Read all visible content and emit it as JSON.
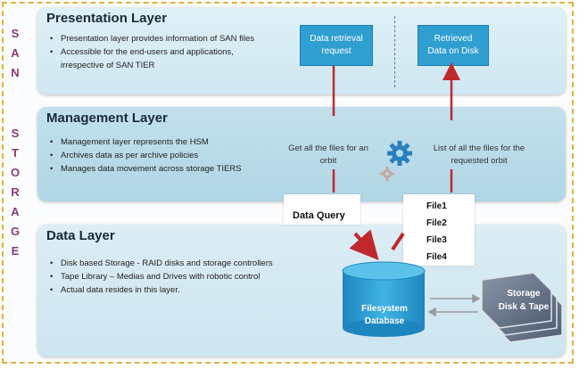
{
  "side_label": [
    "S",
    "A",
    "N",
    "",
    "S",
    "T",
    "O",
    "R",
    "A",
    "G",
    "E"
  ],
  "presentation": {
    "title": "Presentation Layer",
    "bullets": [
      "Presentation layer provides information of SAN files",
      "Accessible for the end-users and applications,",
      "irrespective of SAN TIER"
    ],
    "request_box": [
      "Data retrieval",
      "request"
    ],
    "retrieved_box": [
      "Retrieved",
      "Data on Disk"
    ]
  },
  "management": {
    "title": "Management Layer",
    "bullets": [
      "Management layer represents the HSM",
      "Archives data as per archive policies",
      "Manages data movement across storage TIERS"
    ],
    "left_note": [
      "Get all the files for an",
      "orbit"
    ],
    "right_note": [
      "List of all the files for the",
      "requested orbit"
    ],
    "icons": [
      "gear-icon-large",
      "gear-icon-small"
    ]
  },
  "data": {
    "title": "Data Layer",
    "bullets": [
      "Disk based Storage - RAID disks and storage controllers",
      "Tape Library – Medias and Drives with robotic control",
      "Actual data resides in this layer."
    ],
    "query_label": "Data Query",
    "files": [
      "File1",
      "File2",
      "File3",
      "File4"
    ],
    "database": [
      "Filesystem",
      "Database"
    ],
    "storage": [
      "Storage",
      "Disk & Tape"
    ]
  },
  "colors": {
    "accent_blue": "#2f9ed1",
    "arrow_red": "#c0282d",
    "side_purple": "#8a3a78",
    "frame_gold": "#e0b43a"
  }
}
